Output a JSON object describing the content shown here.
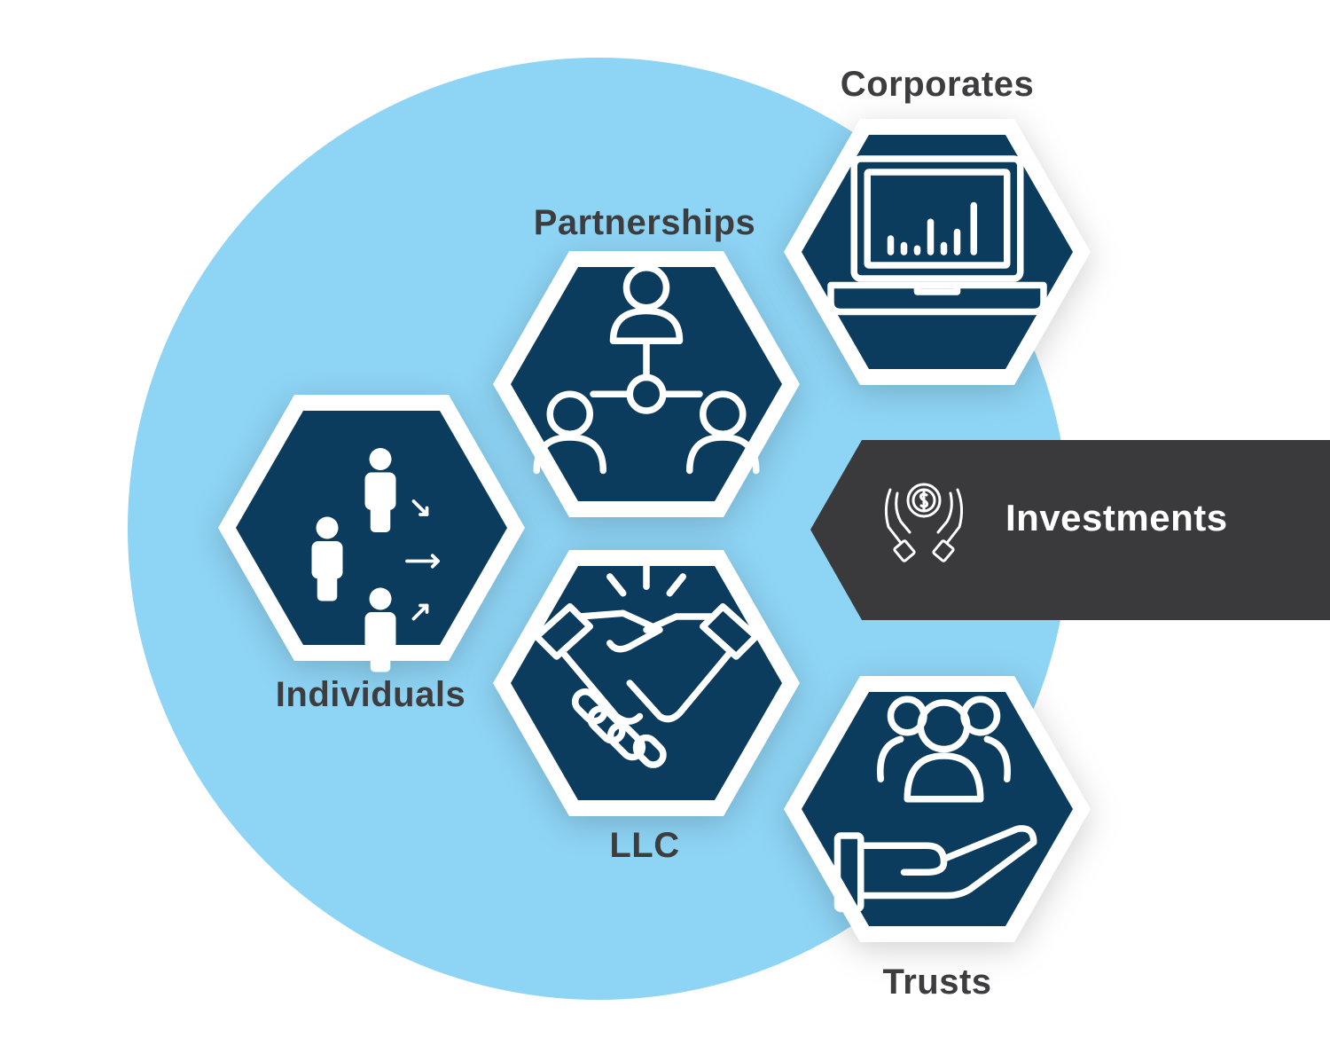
{
  "colors": {
    "circle": "#8ed4f5",
    "hexagon_fill": "#0b3c5d",
    "hexagon_border": "#ffffff",
    "label_text": "#3d3d3f",
    "banner_fill": "#3a3a3c",
    "banner_text": "#ffffff"
  },
  "nodes": {
    "corporates": {
      "label": "Corporates",
      "icon": "laptop-chart-icon"
    },
    "partnerships": {
      "label": "Partnerships",
      "icon": "team-network-icon"
    },
    "individuals": {
      "label": "Individuals",
      "icon": "people-arrows-icon"
    },
    "llc": {
      "label": "LLC",
      "icon": "handshake-icon"
    },
    "trusts": {
      "label": "Trusts",
      "icon": "hand-group-icon"
    }
  },
  "banner": {
    "label": "Investments",
    "icon": "hands-coin-icon"
  }
}
